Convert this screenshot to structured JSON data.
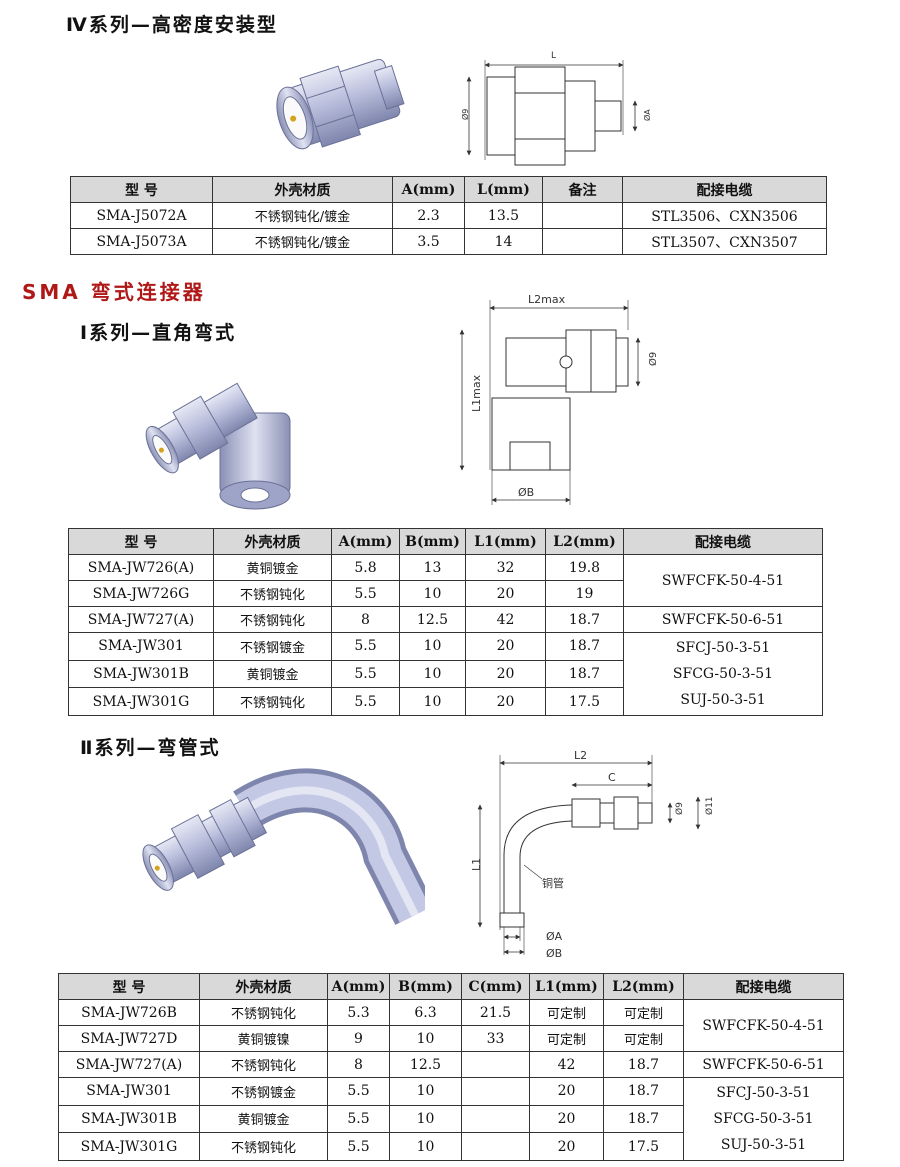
{
  "section_iv": {
    "title": "Ⅳ系列—高密度安装型",
    "dims": {
      "length": "L",
      "diameter": "Ø9",
      "a": "ØA"
    },
    "table": {
      "headers": [
        "型 号",
        "外壳材质",
        "A(mm)",
        "L(mm)",
        "备注",
        "配接电缆"
      ],
      "rows": [
        [
          "SMA-J5072A",
          "不锈钢钝化/镀金",
          "2.3",
          "13.5",
          "",
          "STL3506、CXN3506"
        ],
        [
          "SMA-J5073A",
          "不锈钢钝化/镀金",
          "3.5",
          "14",
          "",
          "STL3507、CXN3507"
        ]
      ]
    }
  },
  "section_bent": {
    "title": "SMA 弯式连接器"
  },
  "section_i": {
    "title": "Ⅰ系列—直角弯式",
    "dims": {
      "l2": "L2max",
      "l1": "L1max",
      "d9": "Ø9",
      "b": "ØB"
    },
    "table": {
      "headers": [
        "型 号",
        "外壳材质",
        "A(mm)",
        "B(mm)",
        "L1(mm)",
        "L2(mm)",
        "配接电缆"
      ],
      "rows": [
        [
          "SMA-JW726(A)",
          "黄铜镀金",
          "5.8",
          "13",
          "32",
          "19.8"
        ],
        [
          "SMA-JW726G",
          "不锈钢钝化",
          "5.5",
          "10",
          "20",
          "19"
        ],
        [
          "SMA-JW727(A)",
          "不锈钢钝化",
          "8",
          "12.5",
          "42",
          "18.7"
        ],
        [
          "SMA-JW301",
          "不锈钢镀金",
          "5.5",
          "10",
          "20",
          "18.7"
        ],
        [
          "SMA-JW301B",
          "黄铜镀金",
          "5.5",
          "10",
          "20",
          "18.7"
        ],
        [
          "SMA-JW301G",
          "不锈钢钝化",
          "5.5",
          "10",
          "20",
          "17.5"
        ]
      ],
      "cables": [
        "SWFCFK-50-4-51",
        "SWFCFK-50-6-51",
        "SFCJ-50-3-51",
        "SFCG-50-3-51",
        "SUJ-50-3-51"
      ]
    }
  },
  "section_ii": {
    "title": "Ⅱ系列—弯管式",
    "dims": {
      "l2": "L2",
      "c": "C",
      "l1": "L1",
      "d9": "Ø9",
      "d11": "Ø11",
      "pipe": "铜管",
      "a": "ØA",
      "b": "ØB"
    },
    "table": {
      "headers": [
        "型 号",
        "外壳材质",
        "A(mm)",
        "B(mm)",
        "C(mm)",
        "L1(mm)",
        "L2(mm)",
        "配接电缆"
      ],
      "rows": [
        [
          "SMA-JW726B",
          "不锈钢钝化",
          "5.3",
          "6.3",
          "21.5",
          "可定制",
          "可定制"
        ],
        [
          "SMA-JW727D",
          "黄铜镀镍",
          "9",
          "10",
          "33",
          "可定制",
          "可定制"
        ],
        [
          "SMA-JW727(A)",
          "不锈钢钝化",
          "8",
          "12.5",
          "",
          "42",
          "18.7"
        ],
        [
          "SMA-JW301",
          "不锈钢镀金",
          "5.5",
          "10",
          "",
          "20",
          "18.7"
        ],
        [
          "SMA-JW301B",
          "黄铜镀金",
          "5.5",
          "10",
          "",
          "20",
          "18.7"
        ],
        [
          "SMA-JW301G",
          "不锈钢钝化",
          "5.5",
          "10",
          "",
          "20",
          "17.5"
        ]
      ],
      "cables": [
        "SWFCFK-50-4-51",
        "SWFCFK-50-6-51",
        "SFCJ-50-3-51",
        "SFCG-50-3-51",
        "SUJ-50-3-51"
      ]
    }
  },
  "colors": {
    "heading_red": "#b01818",
    "header_bg": "#d9d9d9",
    "metal": "#b9bedc"
  }
}
